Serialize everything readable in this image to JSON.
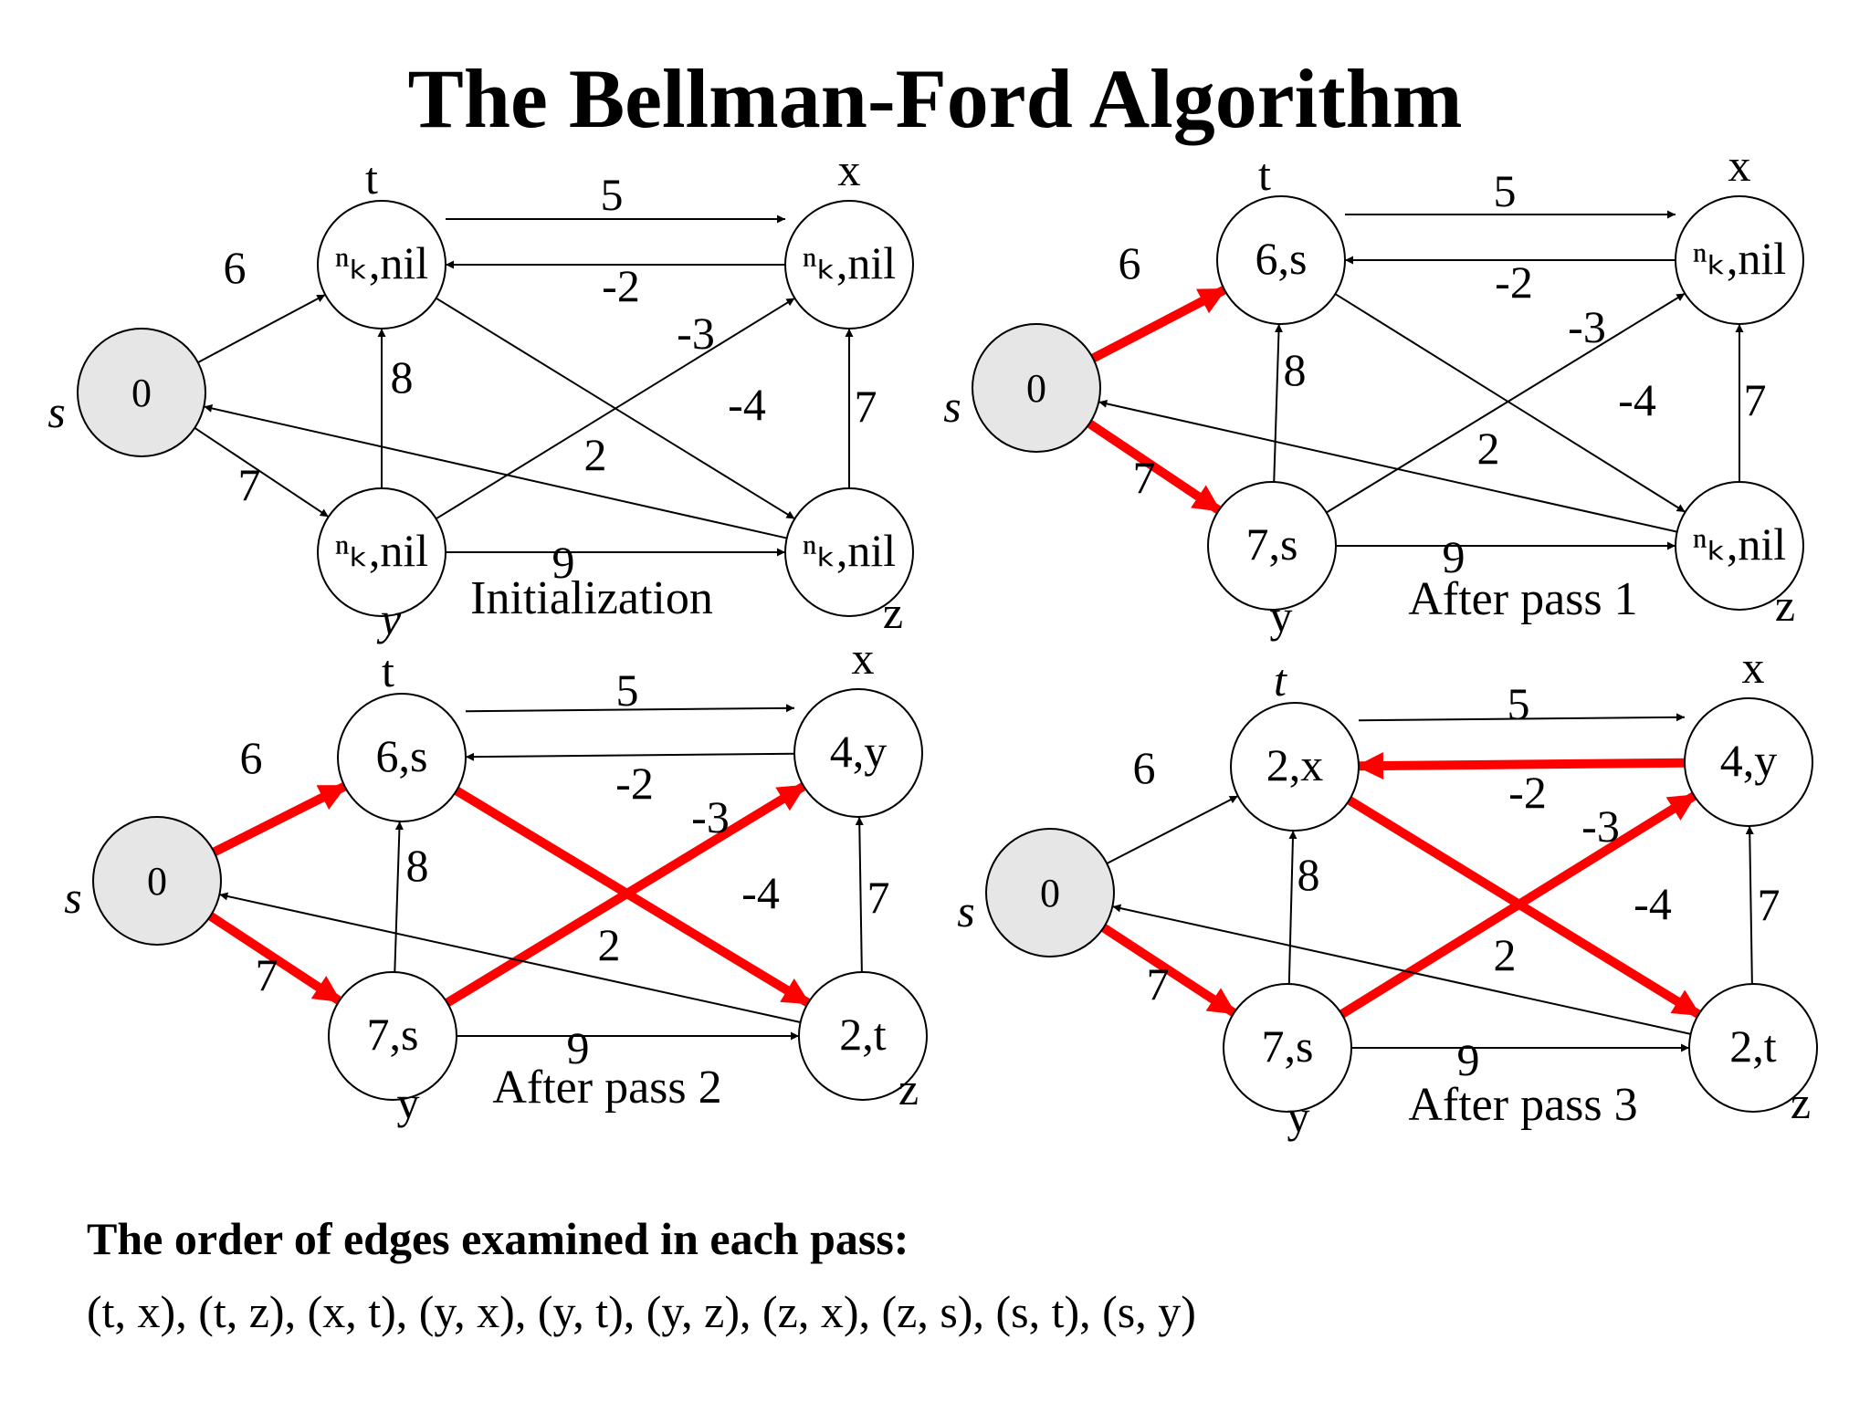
{
  "title": "The Bellman-Ford Algorithm",
  "colors": {
    "highlight": "#ff0000",
    "source_fill": "#e6e6e6",
    "edge": "#000000"
  },
  "graphs": [
    {
      "caption": "Initialization",
      "vertex_labels": {
        "s": "s",
        "t": "t",
        "x": "x",
        "y": "y",
        "z": "z"
      },
      "vertex_values": {
        "s": "0",
        "t": "ⁿₖ,nil",
        "x": "ⁿₖ,nil",
        "y": "ⁿₖ,nil",
        "z": "ⁿₖ,nil"
      },
      "highlighted_edges": []
    },
    {
      "caption": "After pass 1",
      "vertex_labels": {
        "s": "s",
        "t": "t",
        "x": "x",
        "y": "y",
        "z": "z"
      },
      "vertex_values": {
        "s": "0",
        "t": "6,s",
        "x": "ⁿₖ,nil",
        "y": "7,s",
        "z": "ⁿₖ,nil"
      },
      "highlighted_edges": [
        "s-t",
        "s-y"
      ]
    },
    {
      "caption": "After pass 2",
      "vertex_labels": {
        "s": "s",
        "t": "t",
        "x": "x",
        "y": "y",
        "z": "z"
      },
      "vertex_values": {
        "s": "0",
        "t": "6,s",
        "x": "4,y",
        "y": "7,s",
        "z": "2,t"
      },
      "highlighted_edges": [
        "s-t",
        "s-y",
        "t-z",
        "y-x"
      ]
    },
    {
      "caption": "After pass 3",
      "vertex_labels": {
        "s": "s",
        "t": "t",
        "x": "x",
        "y": "y",
        "z": "z"
      },
      "vertex_values": {
        "s": "0",
        "t": "2,x",
        "x": "4,y",
        "y": "7,s",
        "z": "2,t"
      },
      "highlighted_edges": [
        "s-y",
        "x-t",
        "t-z",
        "y-x"
      ]
    }
  ],
  "edges": [
    {
      "id": "t-x",
      "from": "t",
      "to": "x",
      "weight": "5"
    },
    {
      "id": "x-t",
      "from": "x",
      "to": "t",
      "weight": "-2"
    },
    {
      "id": "s-t",
      "from": "s",
      "to": "t",
      "weight": "6"
    },
    {
      "id": "s-y",
      "from": "s",
      "to": "y",
      "weight": "7"
    },
    {
      "id": "y-t",
      "from": "y",
      "to": "t",
      "weight": "8"
    },
    {
      "id": "y-x",
      "from": "y",
      "to": "x",
      "weight": "-3"
    },
    {
      "id": "t-z",
      "from": "t",
      "to": "z",
      "weight": "-4"
    },
    {
      "id": "z-x",
      "from": "z",
      "to": "x",
      "weight": "7"
    },
    {
      "id": "z-s",
      "from": "z",
      "to": "s",
      "weight": "2"
    },
    {
      "id": "y-z",
      "from": "y",
      "to": "z",
      "weight": "9"
    }
  ],
  "edge_order_heading": "The order of edges examined in each pass:",
  "edge_order": "(t, x), (t, z), (x, t), (y, x), (y, t), (y, z), (z, x), (z, s), (s, t), (s, y)"
}
